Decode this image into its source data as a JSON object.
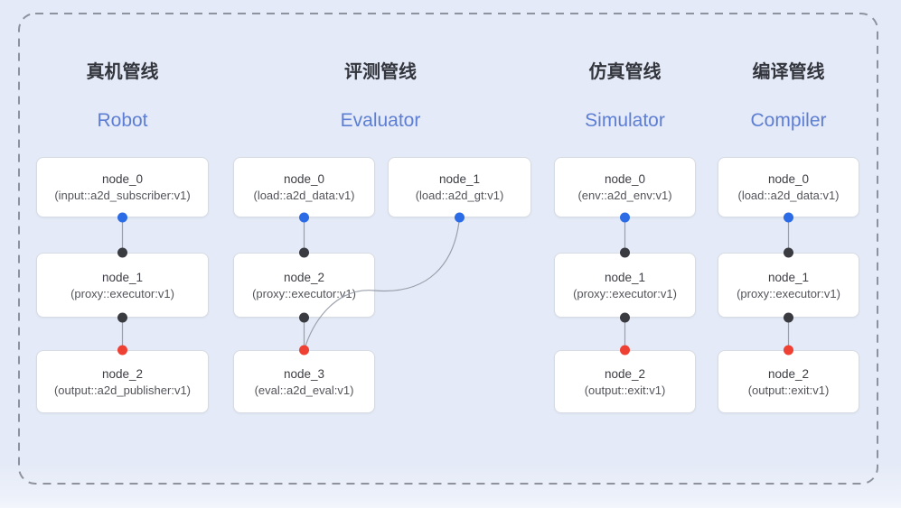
{
  "diagram_title": "pipelines-overview",
  "colors": {
    "background": "#e4eaf7",
    "frame_border": "#8d939e",
    "box_background": "#ffffff",
    "box_border": "#d7dbe3",
    "line": "#9aa0ab",
    "blue": "#2b6be6",
    "black": "#3a3b40",
    "red": "#ee4134",
    "title_zh": "#33353d",
    "title_en": "#5d7ed3"
  },
  "pipelines": [
    {
      "name": "robot",
      "title_zh": "真机管线",
      "title_en": "Robot",
      "nodes": [
        {
          "id": "node_0",
          "label": "node_0",
          "sublabel": "(input::a2d_subscriber:v1)"
        },
        {
          "id": "node_1",
          "label": "node_1",
          "sublabel": "(proxy::executor:v1)"
        },
        {
          "id": "node_2",
          "label": "node_2",
          "sublabel": "(output::a2d_publisher:v1)"
        }
      ]
    },
    {
      "name": "evaluator",
      "title_zh": "评测管线",
      "title_en": "Evaluator",
      "nodes": [
        {
          "id": "node_0",
          "label": "node_0",
          "sublabel": "(load::a2d_data:v1)"
        },
        {
          "id": "node_1",
          "label": "node_1",
          "sublabel": "(load::a2d_gt:v1)"
        },
        {
          "id": "node_2",
          "label": "node_2",
          "sublabel": "(proxy::executor:v1)"
        },
        {
          "id": "node_3",
          "label": "node_3",
          "sublabel": "(eval::a2d_eval:v1)"
        }
      ]
    },
    {
      "name": "simulator",
      "title_zh": "仿真管线",
      "title_en": "Simulator",
      "nodes": [
        {
          "id": "node_0",
          "label": "node_0",
          "sublabel": "(env::a2d_env:v1)"
        },
        {
          "id": "node_1",
          "label": "node_1",
          "sublabel": "(proxy::executor:v1)"
        },
        {
          "id": "node_2",
          "label": "node_2",
          "sublabel": "(output::exit:v1)"
        }
      ]
    },
    {
      "name": "compiler",
      "title_zh": "编译管线",
      "title_en": "Compiler",
      "nodes": [
        {
          "id": "node_0",
          "label": "node_0",
          "sublabel": "(load::a2d_data:v1)"
        },
        {
          "id": "node_1",
          "label": "node_1",
          "sublabel": "(proxy::executor:v1)"
        },
        {
          "id": "node_2",
          "label": "node_2",
          "sublabel": "(output::exit:v1)"
        }
      ]
    }
  ],
  "edges": [
    {
      "from": [
        0,
        0
      ],
      "to": [
        0,
        1
      ],
      "from_color": "blue",
      "to_color": "black",
      "shape": "straight"
    },
    {
      "from": [
        0,
        1
      ],
      "to": [
        0,
        2
      ],
      "from_color": "black",
      "to_color": "red",
      "shape": "straight"
    },
    {
      "from": [
        1,
        0
      ],
      "to": [
        1,
        2
      ],
      "from_color": "blue",
      "to_color": "black",
      "shape": "straight"
    },
    {
      "from": [
        1,
        1
      ],
      "to": [
        1,
        3
      ],
      "from_color": "blue",
      "to_color": "red",
      "shape": "curved"
    },
    {
      "from": [
        1,
        2
      ],
      "to": [
        1,
        3
      ],
      "from_color": "black",
      "to_color": "red",
      "shape": "straight"
    },
    {
      "from": [
        2,
        0
      ],
      "to": [
        2,
        1
      ],
      "from_color": "blue",
      "to_color": "black",
      "shape": "straight"
    },
    {
      "from": [
        2,
        1
      ],
      "to": [
        2,
        2
      ],
      "from_color": "black",
      "to_color": "red",
      "shape": "straight"
    },
    {
      "from": [
        3,
        0
      ],
      "to": [
        3,
        1
      ],
      "from_color": "blue",
      "to_color": "black",
      "shape": "straight"
    },
    {
      "from": [
        3,
        1
      ],
      "to": [
        3,
        2
      ],
      "from_color": "black",
      "to_color": "red",
      "shape": "straight"
    }
  ]
}
